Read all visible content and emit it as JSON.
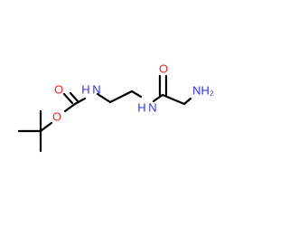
{
  "molecule": {
    "atoms": {
      "o_carbonyl_left": {
        "symbol": "O"
      },
      "o_ester": {
        "symbol": "O"
      },
      "n_carbamate": {
        "symbol": "H N"
      },
      "n_amide": {
        "symbol": "H N"
      },
      "o_carbonyl_right": {
        "symbol": "O"
      },
      "n_amine": {
        "symbol": "NH₂"
      }
    },
    "colors": {
      "bond": "#000000",
      "oxygen": "#e8231f",
      "nitrogen": "#2b2fe6"
    }
  }
}
